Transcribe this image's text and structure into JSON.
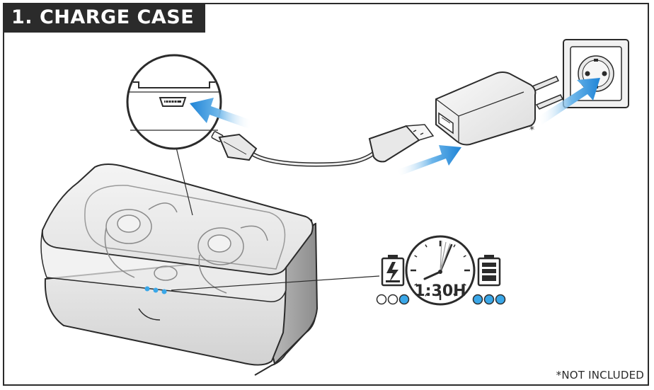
{
  "title": "1. CHARGE CASE",
  "footnote": "*NOT INCLUDED",
  "adapter_mark": "*",
  "charge_time": "1:30H",
  "colors": {
    "ink": "#2b2b2b",
    "led_blue": "#3aa7e8",
    "arrow_blue": "#2b8fdc"
  },
  "icons": {
    "charging": "battery-charging-icon",
    "full": "battery-full-icon",
    "clock": "clock-icon"
  },
  "led_states": {
    "charging": [
      "off",
      "off",
      "on"
    ],
    "full": [
      "on",
      "on",
      "on"
    ]
  }
}
